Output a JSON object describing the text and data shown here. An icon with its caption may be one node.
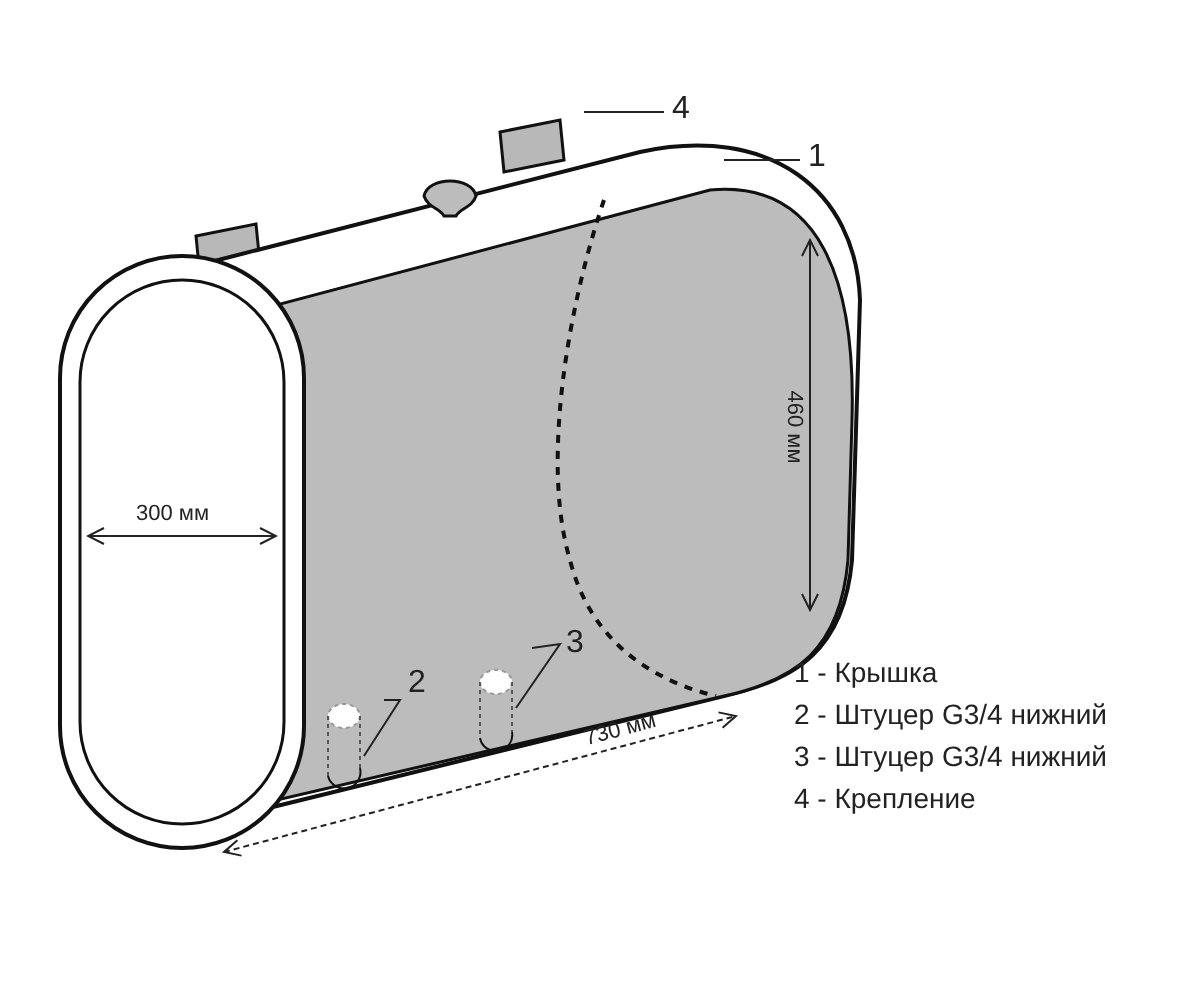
{
  "diagram": {
    "nodes": [
      {
        "text": [
          "4"
        ]
      },
      {
        "text": [
          "1"
        ]
      },
      {
        "text": [
          "2"
        ]
      },
      {
        "text": [
          "3"
        ]
      }
    ],
    "edges": [
      {
        "from": 0,
        "to": null,
        "arrow": "none"
      },
      {
        "from": 1,
        "to": null,
        "arrow": "none"
      },
      {
        "from": 2,
        "to": null,
        "arrow": "none"
      },
      {
        "from": 3,
        "to": null,
        "arrow": "none"
      }
    ],
    "labels": [
      "300 мм",
      "460 мм",
      "730 мм",
      "1 - Крышка",
      "2 - Штуцер G3/4 нижний",
      "3 - Штуцер G3/4 нижний",
      "4 - Крепление"
    ]
  }
}
